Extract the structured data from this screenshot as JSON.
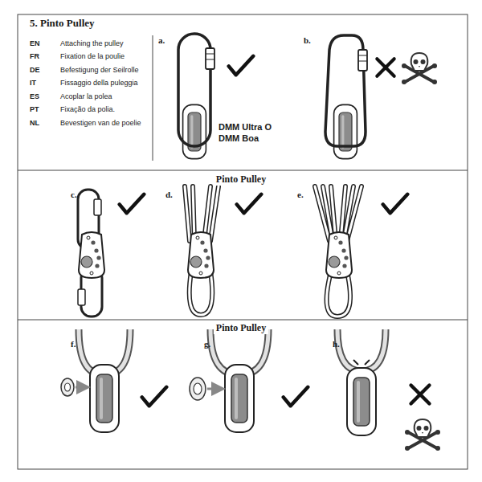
{
  "diagram": {
    "title": "5. Pinto Pulley",
    "labels": [
      "EN",
      "Attaching the pulley",
      "FR",
      "Fixation de la poulie",
      "DE",
      "Befestigung der Seilrolle",
      "IT",
      "Fissaggio della puleggia",
      "ES",
      "Acoplar la polea",
      "PT",
      "Fixação da polia.",
      "NL",
      "Bevestigen van de poelie",
      "a.",
      "b.",
      "DMM Ultra O",
      "DMM Boa",
      "Pinto Pulley",
      "c.",
      "d.",
      "e.",
      "Pinto Pulley",
      "f.",
      "g.",
      "h."
    ]
  }
}
